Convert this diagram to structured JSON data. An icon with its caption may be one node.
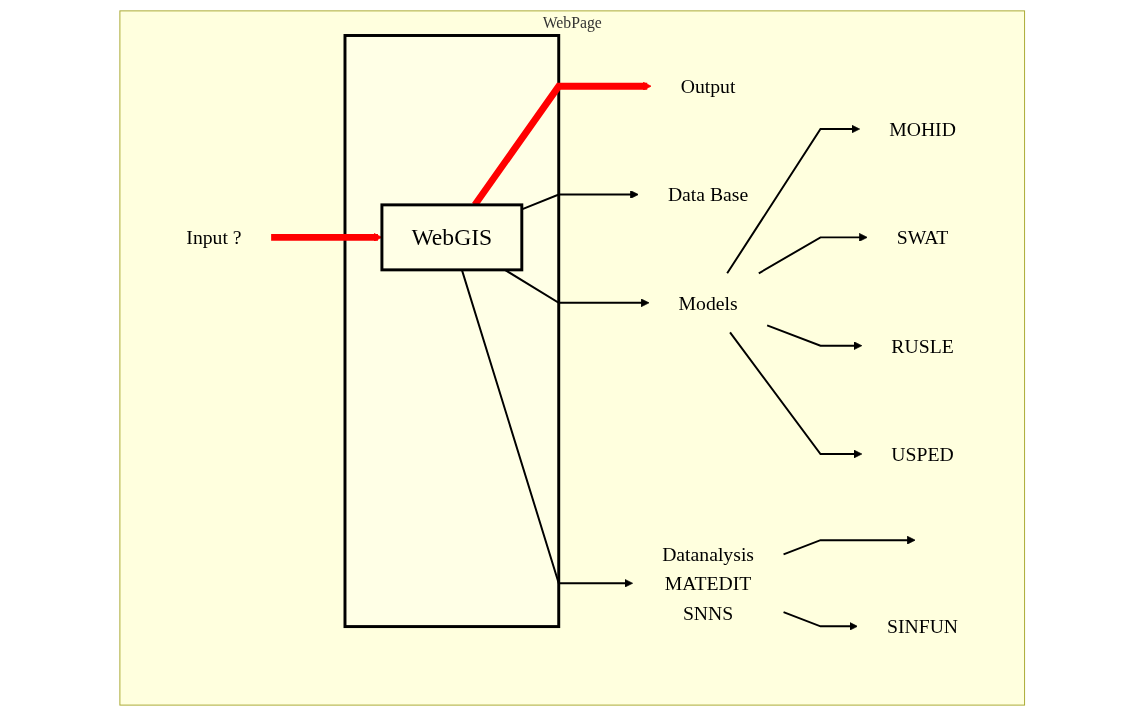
{
  "diagram": {
    "nodes": [
      {
        "text": [
          "WebPage"
        ]
      },
      {
        "text": [],
        "shape": "box",
        "in": 0
      },
      {
        "text": [
          "WebGIS"
        ],
        "in": 1
      },
      {
        "text": [
          "Input   ?"
        ],
        "in": 0
      },
      {
        "text": [
          "Output"
        ],
        "in": 0
      },
      {
        "text": [
          "Data Base"
        ],
        "in": 0
      },
      {
        "text": [
          "Models"
        ],
        "in": 0
      },
      {
        "text": [
          "MOHID"
        ],
        "in": 0
      },
      {
        "text": [
          "SWAT"
        ],
        "in": 0
      },
      {
        "text": [
          "RUSLE"
        ],
        "in": 0
      },
      {
        "text": [
          "USPED"
        ],
        "in": 0
      },
      {
        "text": [
          "Datanalysis",
          "MATEDIT",
          "SNNS"
        ],
        "in": 0
      },
      {
        "text": [
          "SINFUN"
        ],
        "in": 0
      }
    ],
    "edges": [
      {
        "from": 3,
        "to": 2,
        "arrow": "to",
        "style": "thick",
        "color": "#ff0000"
      },
      {
        "from": 2,
        "to": 4,
        "arrow": "to",
        "style": "thick",
        "color": "#ff0000"
      },
      {
        "from": 2,
        "to": 5,
        "arrow": "to"
      },
      {
        "from": 2,
        "to": 6,
        "arrow": "to"
      },
      {
        "from": 2,
        "to": 11,
        "arrow": "to"
      },
      {
        "from": 6,
        "to": 7,
        "arrow": "to"
      },
      {
        "from": 6,
        "to": 8,
        "arrow": "to"
      },
      {
        "from": 6,
        "to": 9,
        "arrow": "to"
      },
      {
        "from": 6,
        "to": 10,
        "arrow": "to"
      },
      {
        "from": 11,
        "to": null,
        "arrow": "to"
      },
      {
        "from": 11,
        "to": 12,
        "arrow": "to"
      }
    ]
  }
}
